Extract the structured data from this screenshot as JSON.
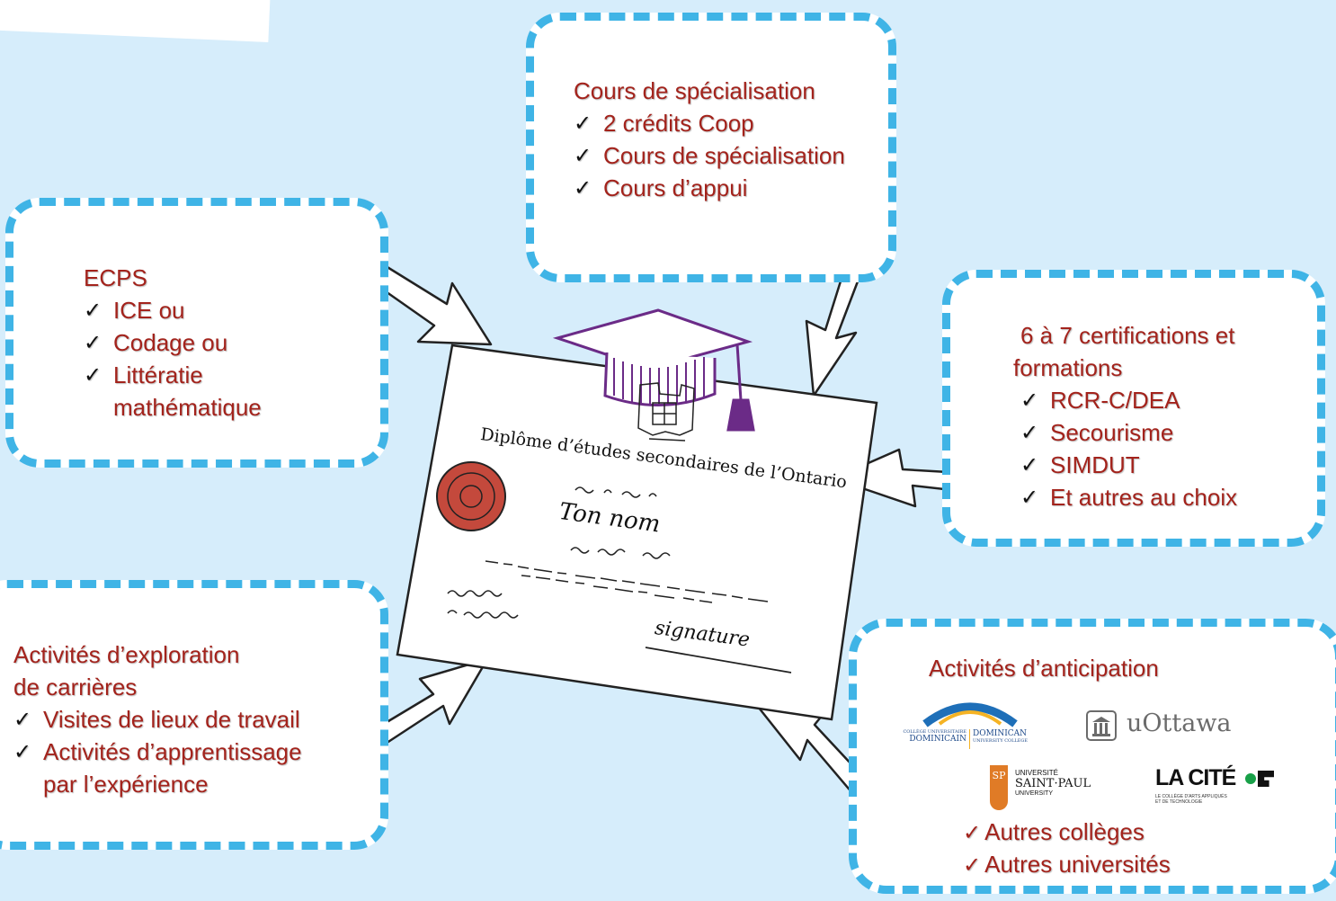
{
  "diploma": {
    "title": "Diplôme d’études secondaires de l’Ontario",
    "name": "Ton nom",
    "signature": "signature"
  },
  "specialisation": {
    "title": "Cours de spécialisation",
    "items": [
      "2 crédits Coop",
      "Cours de spécialisation",
      "Cours d’appui"
    ]
  },
  "ecps": {
    "title": "ECPS",
    "items": [
      "ICE ou",
      "Codage ou",
      "Littératie",
      "mathématique"
    ]
  },
  "certifications": {
    "title_line1": "6 à 7 certifications et",
    "title_line2": "formations",
    "items": [
      "RCR-C/DEA",
      "Secourisme",
      "SIMDUT",
      "Et autres au choix"
    ]
  },
  "exploration": {
    "title_line1": "Activités d’exploration",
    "title_line2": "de carrières",
    "items": [
      "Visites de lieux de travail",
      "Activités d’apprentissage",
      "par l’expérience"
    ]
  },
  "anticipation": {
    "title": "Activités d’anticipation",
    "items": [
      "Autres collèges",
      "Autres universités"
    ]
  },
  "logos": {
    "dominicain_fr": "COLLÈGE UNIVERSITAIRE",
    "dominicain_fr2": "DOMINICAIN",
    "dominican_en": "DOMINICAN",
    "dominican_en2": "UNIVERSITY COLLEGE",
    "uottawa": "uOttawa",
    "saintpaul_1": "UNIVERSITÉ",
    "saintpaul_2": "SAINT·PAUL",
    "saintpaul_3": "UNIVERSITY",
    "saintpaul_mark": "SP",
    "lacite": "LA CITÉ",
    "lacite_sub1": "LE COLLÈGE D'ARTS APPLIQUÉS",
    "lacite_sub2": "ET DE TECHNOLOGIE"
  },
  "colors": {
    "background": "#d6edfb",
    "card_border": "#3fb4e6",
    "text_red": "#a3231c",
    "cap_purple": "#6b2b87",
    "seal_red": "#c4493c"
  }
}
